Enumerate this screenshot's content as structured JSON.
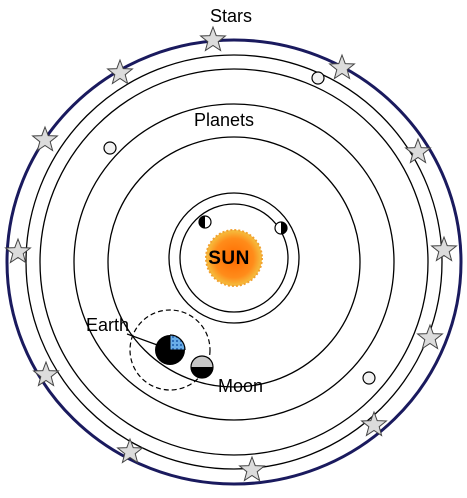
{
  "labels": {
    "stars": "Stars",
    "planets": "Planets",
    "sun": "SUN",
    "earth": "Earth",
    "moon": "Moon"
  },
  "colors": {
    "star_sphere": "#1a1a5e",
    "orbit": "#000000",
    "sun_core": "#ff7a00",
    "sun_edge": "#f2b035",
    "star_fill": "#dcdcdc",
    "earth_land": "#6aaee8",
    "moon_lit": "#c8c8c8"
  },
  "icons": {
    "star": "star-icon",
    "planet": "circle-icon"
  }
}
